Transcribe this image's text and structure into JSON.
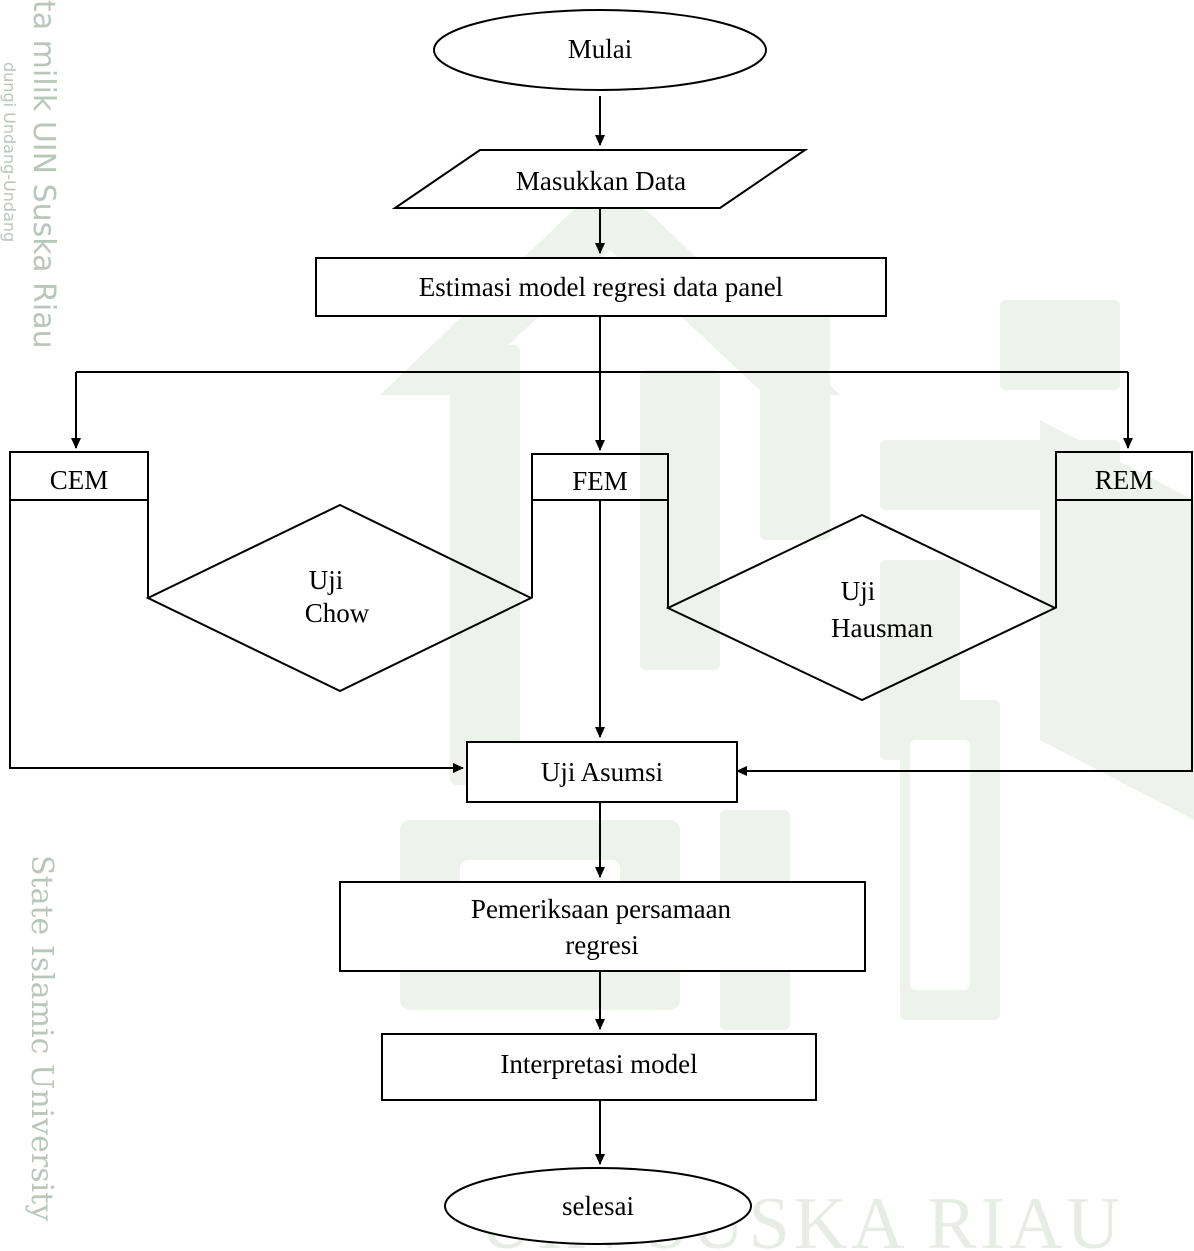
{
  "nodes": {
    "start": "Mulai",
    "input": "Masukkan Data",
    "estimate": "Estimasi model regresi data panel",
    "cem": "CEM",
    "fem": "FEM",
    "rem": "REM",
    "chow_line1": "Uji",
    "chow_line2": "Chow",
    "hausman_line1": "Uji",
    "hausman_line2": "Hausman",
    "assumption": "Uji Asumsi",
    "check_line1": "Pemeriksaan persamaan",
    "check_line2": "regresi",
    "interpret": "Interpretasi model",
    "end": "selesai"
  },
  "watermark": {
    "side_top": "ta milik UIN Suska Riau",
    "side_small": "dungi Undang-Undang",
    "side_bottom": "State Islamic University",
    "bottom": "UIN SUSKA RIAU"
  },
  "colors": {
    "line": "#000000",
    "watermark": "#b9c6bb",
    "watermark_logo": "#eef2ec"
  }
}
